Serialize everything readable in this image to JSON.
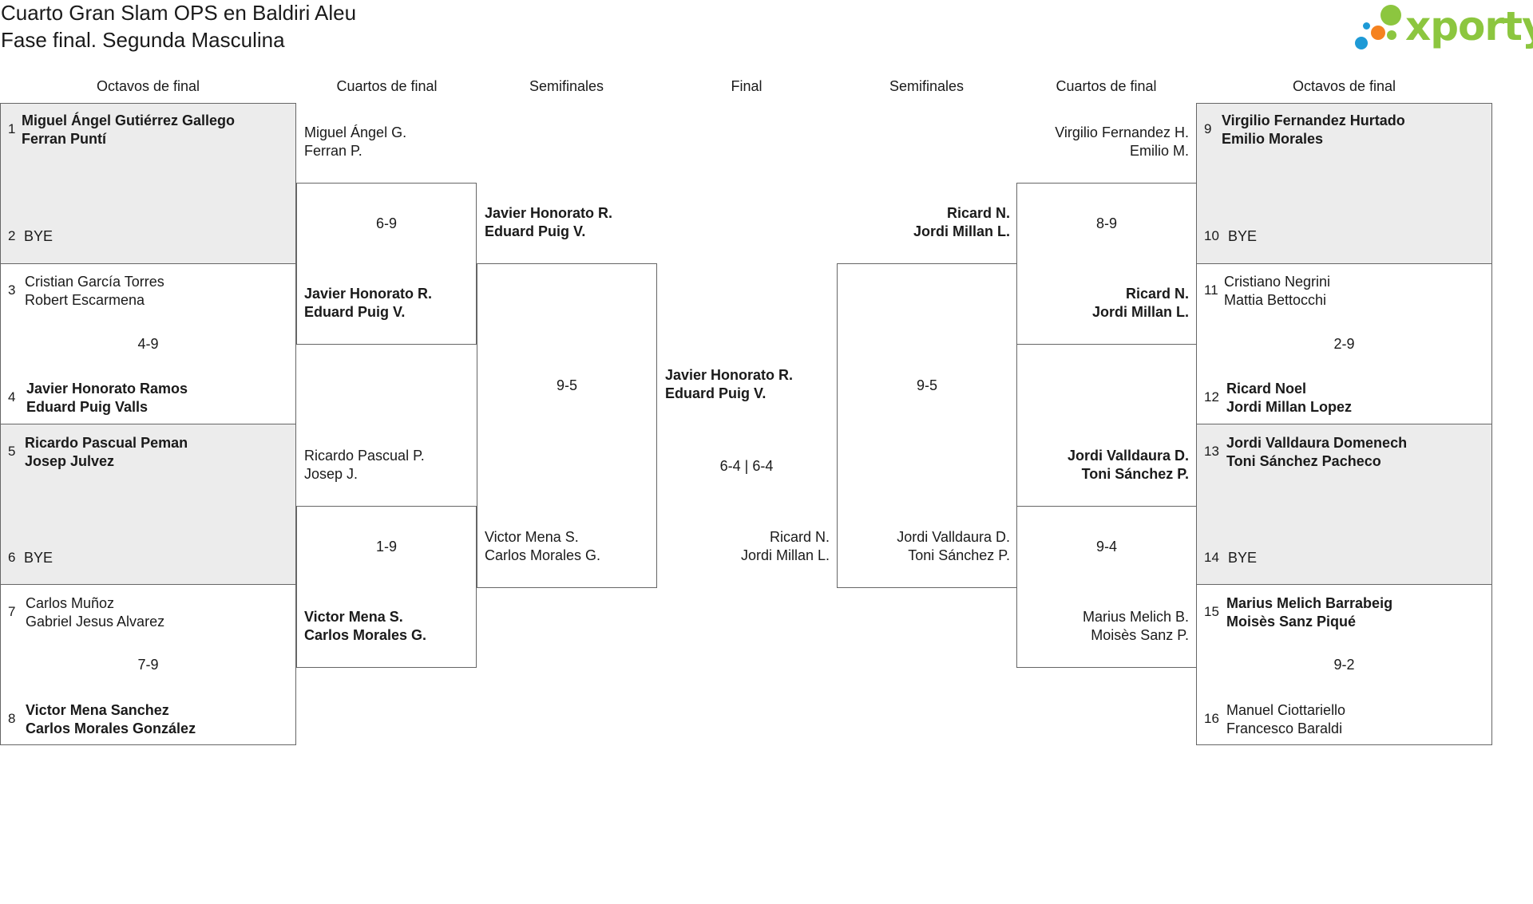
{
  "title": "Cuarto Gran Slam OPS en Baldiri Aleu",
  "subtitle": "Fase final. Segunda Masculina",
  "logo_text": "xporty",
  "colors": {
    "line": "#666666",
    "bye_fill": "#ececec",
    "logo_green": "#8cc63f",
    "logo_orange": "#f58220",
    "logo_blue": "#1e9ad6"
  },
  "headers": {
    "left_r16": "Octavos de final",
    "left_qf": "Cuartos de final",
    "left_sf": "Semifinales",
    "final": "Final",
    "right_sf": "Semifinales",
    "right_qf": "Cuartos de final",
    "right_r16": "Octavos de final"
  },
  "left_r16": [
    {
      "seed_a": "1",
      "team_a": "Miguel Ángel Gutiérrez Gallego\nFerran Puntí",
      "seed_b": "2",
      "team_b": "BYE",
      "score": ""
    },
    {
      "seed_a": "3",
      "team_a": "Cristian García Torres\nRobert Escarmena",
      "seed_b": "4",
      "team_b": "Javier Honorato Ramos\nEduard Puig Valls",
      "score": "4-9"
    },
    {
      "seed_a": "5",
      "team_a": "Ricardo Pascual Peman\nJosep Julvez",
      "seed_b": "6",
      "team_b": "BYE",
      "score": ""
    },
    {
      "seed_a": "7",
      "team_a": "Carlos Muñoz\nGabriel Jesus Alvarez",
      "seed_b": "8",
      "team_b": "Victor Mena Sanchez\nCarlos Morales González",
      "score": "7-9"
    }
  ],
  "right_r16": [
    {
      "seed_a": "9",
      "team_a": "Virgilio Fernandez Hurtado\nEmilio Morales",
      "seed_b": "10",
      "team_b": "BYE",
      "score": ""
    },
    {
      "seed_a": "11",
      "team_a": "Cristiano Negrini\nMattia Bettocchi",
      "seed_b": "12",
      "team_b": "Ricard Noel\nJordi Millan Lopez",
      "score": "2-9"
    },
    {
      "seed_a": "13",
      "team_a": "Jordi Valldaura Domenech\nToni Sánchez Pacheco",
      "seed_b": "14",
      "team_b": "BYE",
      "score": ""
    },
    {
      "seed_a": "15",
      "team_a": "Marius Melich Barrabeig\nMoisès Sanz Piqué",
      "seed_b": "16",
      "team_b": "Manuel Ciottariello\nFrancesco Baraldi",
      "score": "9-2"
    }
  ],
  "left_qf": [
    {
      "team_a": "Miguel Ángel G.\nFerran P.",
      "team_b": "Javier Honorato R.\nEduard Puig V.",
      "score": "6-9"
    },
    {
      "team_a": "Ricardo Pascual P.\nJosep J.",
      "team_b": "Victor Mena S.\nCarlos Morales G.",
      "score": "1-9"
    }
  ],
  "right_qf": [
    {
      "team_a": "Virgilio Fernandez H.\nEmilio M.",
      "team_b": "Ricard N.\nJordi Millan L.",
      "score": "8-9"
    },
    {
      "team_a": "Jordi Valldaura D.\nToni Sánchez P.",
      "team_b": "Marius Melich B.\nMoisès Sanz P.",
      "score": "9-4"
    }
  ],
  "left_sf": {
    "team_a": "Javier Honorato R.\nEduard Puig V.",
    "team_b": "Victor Mena S.\nCarlos Morales G.",
    "score": "9-5"
  },
  "right_sf": {
    "team_a": "Ricard N.\nJordi Millan L.",
    "team_b": "Jordi Valldaura D.\nToni Sánchez P.",
    "score": "9-5"
  },
  "final": {
    "team_a": "Javier Honorato R.\nEduard Puig V.",
    "team_b": "Ricard N.\nJordi Millan L.",
    "score": "6-4 | 6-4"
  }
}
